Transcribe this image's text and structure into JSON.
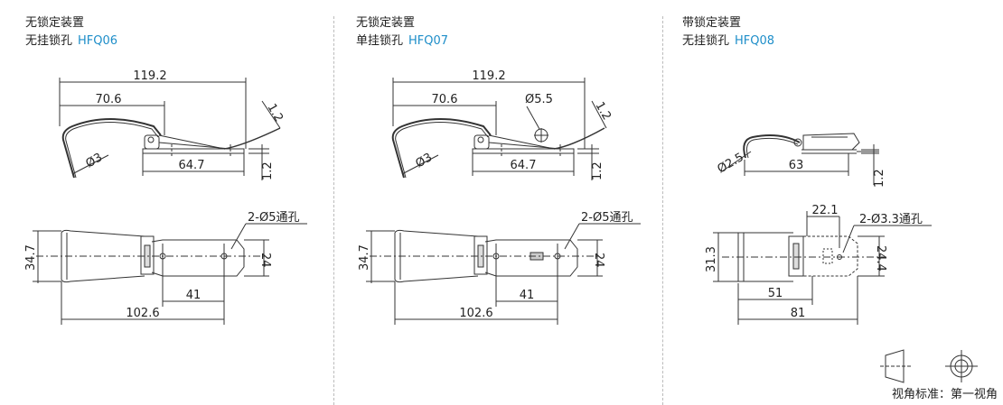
{
  "panels": [
    {
      "line1": "无锁定装置",
      "line2": "无挂锁孔",
      "code": "HFQ06",
      "dims": {
        "length": "119.2",
        "arm": "70.6",
        "base": "64.7",
        "thick": "1.2",
        "thick2": "1.2",
        "wire": "Ø3",
        "height": "34.7",
        "width": "24",
        "hole_spacing": "41",
        "overall": "102.6",
        "hole_note": "2-Ø5通孔"
      }
    },
    {
      "line1": "无锁定装置",
      "line2": "单挂锁孔",
      "code": "HFQ07",
      "dims": {
        "length": "119.2",
        "arm": "70.6",
        "lock": "Ø5.5",
        "base": "64.7",
        "thick": "1.2",
        "thick2": "1.2",
        "wire": "Ø3",
        "height": "34.7",
        "width": "24",
        "hole_spacing": "41",
        "overall": "102.6",
        "hole_note": "2-Ø5通孔"
      }
    },
    {
      "line1": "带锁定装置",
      "line2": "无挂锁孔",
      "code": "HFQ08",
      "dims": {
        "wire": "Ø2.5",
        "base": "63",
        "thick": "1.2",
        "top": "22.1",
        "hole_note": "2-Ø3.3通孔",
        "height": "31.3",
        "width": "24.4",
        "hole_spacing": "51",
        "overall": "81"
      }
    }
  ],
  "footer": {
    "label": "视角标准：第一视角"
  }
}
